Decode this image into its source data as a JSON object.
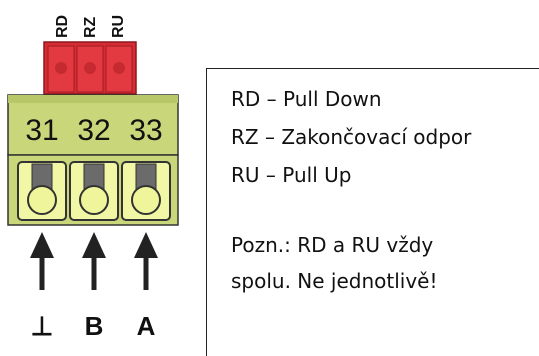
{
  "jumpers": {
    "labels": [
      "RD",
      "RZ",
      "RU"
    ],
    "color": "#e33a42"
  },
  "terminal": {
    "numbers": [
      "31",
      "32",
      "33"
    ],
    "body_color": "#c9d77a",
    "screw_color": "#f2f7a6"
  },
  "terminals_bottom": {
    "labels": [
      "⊥",
      "B",
      "A"
    ]
  },
  "legend": {
    "lines": [
      "RD – Pull Down",
      "RZ – Zakončovací odpor",
      "RU – Pull Up"
    ],
    "note_lines": [
      "Pozn.: RD a RU vždy",
      "spolu. Ne jednotlivě!"
    ]
  }
}
